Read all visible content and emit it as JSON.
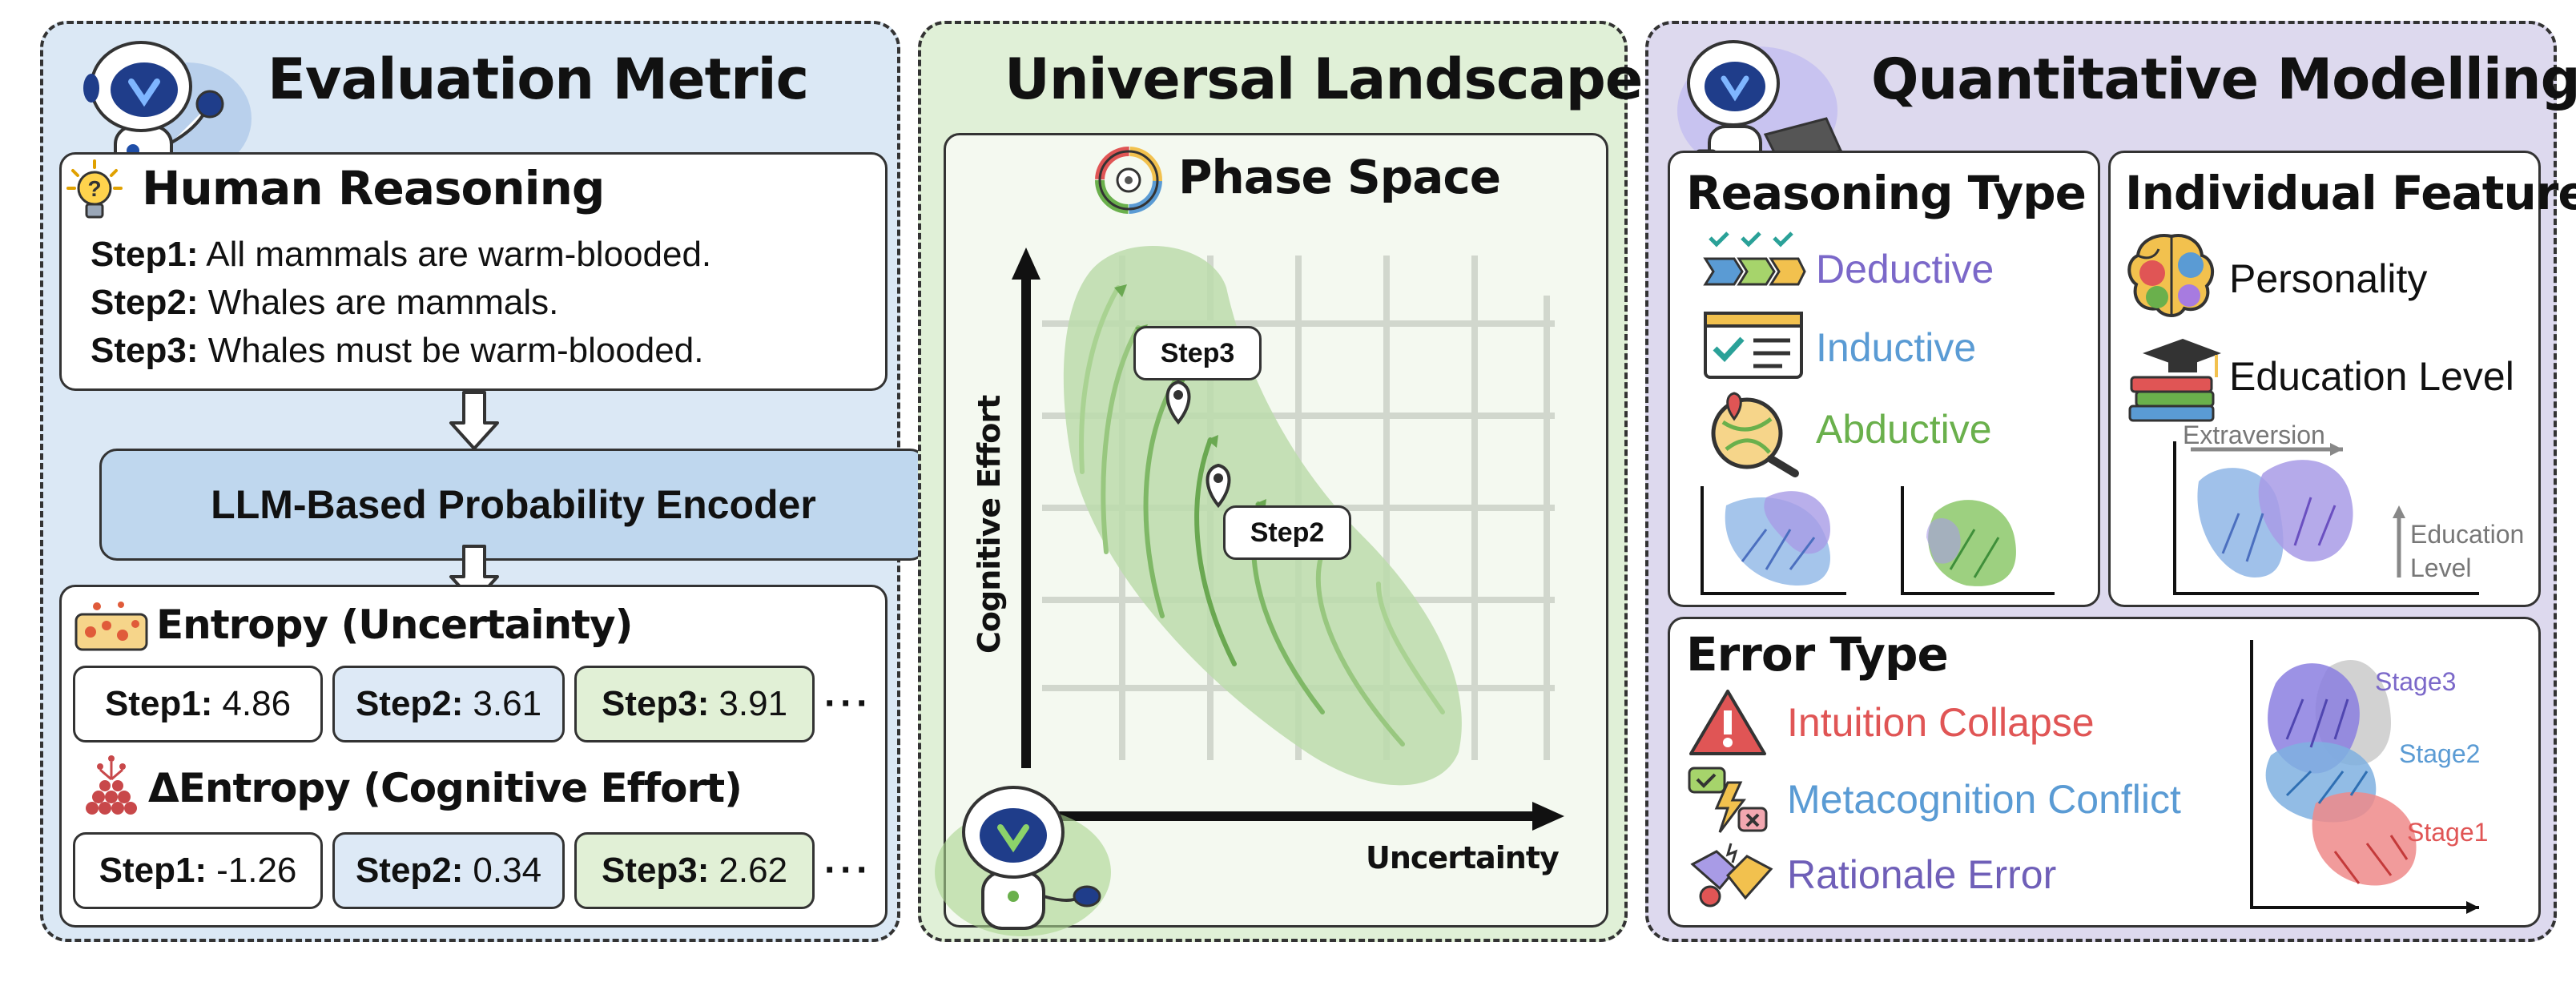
{
  "panel1": {
    "title": "Evaluation Metric",
    "reasoning": {
      "heading": "Human Reasoning",
      "steps": [
        {
          "label": "Step1:",
          "text": "All mammals are warm-blooded."
        },
        {
          "label": "Step2:",
          "text": "Whales are mammals."
        },
        {
          "label": "Step3:",
          "text": "Whales must be warm-blooded."
        }
      ]
    },
    "encoder": "LLM-Based Probability Encoder",
    "entropy": {
      "heading": "Entropy (Uncertainty)",
      "values": [
        {
          "label": "Step1:",
          "value": "4.86"
        },
        {
          "label": "Step2:",
          "value": "3.61"
        },
        {
          "label": "Step3:",
          "value": "3.91"
        }
      ]
    },
    "delta_entropy": {
      "heading": "ΔEntropy (Cognitive Effort)",
      "values": [
        {
          "label": "Step1:",
          "value": "-1.26"
        },
        {
          "label": "Step2:",
          "value": "0.34"
        },
        {
          "label": "Step3:",
          "value": "2.62"
        }
      ]
    },
    "ellipsis": "···"
  },
  "panel2": {
    "title": "Universal Landscape",
    "subtitle": "Phase Space",
    "y_axis": "Cognitive Effort",
    "x_axis": "Uncertainty",
    "markers": [
      "Step3",
      "Step2"
    ]
  },
  "panel3": {
    "title": "Quantitative Modelling",
    "reasoning_type": {
      "heading": "Reasoning Type",
      "items": [
        {
          "label": "Deductive",
          "color": "#7b68c9"
        },
        {
          "label": "Inductive",
          "color": "#5a9bd4"
        },
        {
          "label": "Abductive",
          "color": "#6ab04c"
        }
      ]
    },
    "individual_feature": {
      "heading": "Individual Feature",
      "items": [
        "Personality",
        "Education Level"
      ],
      "axis_x": "Extraversion",
      "axis_y_line1": "Education",
      "axis_y_line2": "Level"
    },
    "error_type": {
      "heading": "Error Type",
      "items": [
        {
          "label": "Intuition Collapse",
          "color": "#e05555"
        },
        {
          "label": "Metacognition Conflict",
          "color": "#5a9bd4"
        },
        {
          "label": "Rationale Error",
          "color": "#6f5fb8"
        }
      ],
      "stages": [
        {
          "label": "Stage3",
          "color": "#7b68c9"
        },
        {
          "label": "Stage2",
          "color": "#5a9bd4"
        },
        {
          "label": "Stage1",
          "color": "#e05555"
        }
      ]
    }
  },
  "colors": {
    "panel1": "#dbe8f5",
    "panel2": "#e0f0d7",
    "panel3": "#ddd9ee",
    "encoder": "#bfd7ee"
  }
}
